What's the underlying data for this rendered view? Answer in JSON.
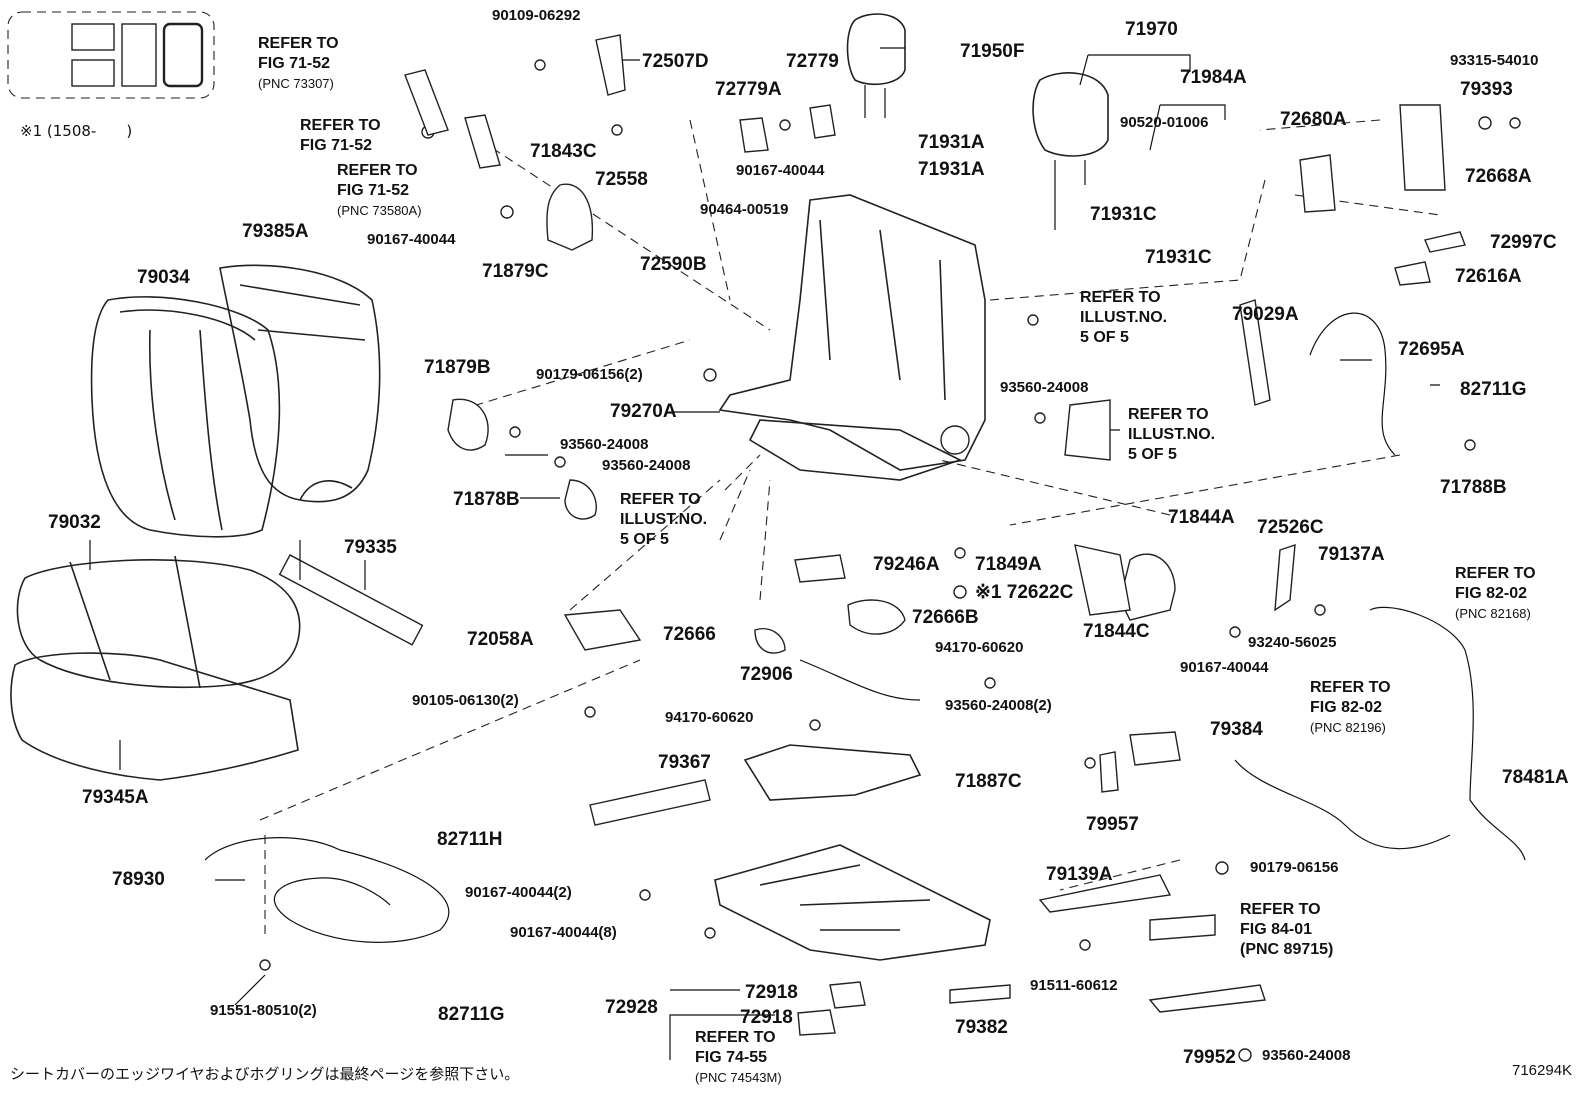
{
  "figure_id": "716294K",
  "inset_note": "※1 (1508-　　)",
  "footer_note": "シートカバーのエッジワイヤおよびホグリングは最終ページを参照下さい。",
  "part_labels": [
    "90109-06292",
    "72507D",
    "72779",
    "71950F",
    "71970",
    "93315-54010",
    "72779A",
    "71984A",
    "90520-01006",
    "72680A",
    "79393",
    "72668A",
    "71843C",
    "72558",
    "90167-40044",
    "71931A",
    "71931A",
    "90464-00519",
    "90167-40044",
    "71879C",
    "72590B",
    "71931C",
    "71931C",
    "72997C",
    "72616A",
    "79385A",
    "79034",
    "79029A",
    "72695A",
    "82711G",
    "71879B",
    "90179-06156(2)",
    "79270A",
    "93560-24008",
    "93560-24008",
    "93560-24008",
    "71788B",
    "71878B",
    "79032",
    "79335",
    "71844A",
    "72526C",
    "79137A",
    "79246A",
    "71849A",
    "※1 72622C",
    "72666B",
    "72058A",
    "72666",
    "71844C",
    "93240-56025",
    "90167-40044",
    "94170-60620",
    "72906",
    "90105-06130(2)",
    "94170-60620",
    "93560-24008(2)",
    "79384",
    "78481A",
    "79345A",
    "79367",
    "71887C",
    "79957",
    "82711H",
    "78930",
    "90167-40044(2)",
    "79139A",
    "90179-06156",
    "90167-40044(8)",
    "91511-60612",
    "72918",
    "72928",
    "72918",
    "79382",
    "91551-80510(2)",
    "82711G",
    "79952",
    "93560-24008"
  ],
  "refs": [
    {
      "line1": "REFER TO",
      "line2": "FIG 71-52",
      "pnc": "(PNC 73307)"
    },
    {
      "line1": "REFER TO",
      "line2": "FIG 71-52",
      "pnc": ""
    },
    {
      "line1": "REFER TO",
      "line2": "FIG 71-52",
      "pnc": "(PNC 73580A)"
    },
    {
      "line1": "REFER TO",
      "line2": "ILLUST.NO.",
      "pnc": "5 OF 5"
    },
    {
      "line1": "REFER TO",
      "line2": "ILLUST.NO.",
      "pnc": "5 OF 5"
    },
    {
      "line1": "REFER TO",
      "line2": "ILLUST.NO.",
      "pnc": "5 OF 5"
    },
    {
      "line1": "REFER TO",
      "line2": "FIG 82-02",
      "pnc": "(PNC 82168)"
    },
    {
      "line1": "REFER TO",
      "line2": "FIG 82-02",
      "pnc": "(PNC 82196)"
    },
    {
      "line1": "REFER TO",
      "line2": "FIG 84-01",
      "pnc": "(PNC 89715)"
    },
    {
      "line1": "REFER TO",
      "line2": "FIG 74-55",
      "pnc": "(PNC 74543M)"
    }
  ]
}
